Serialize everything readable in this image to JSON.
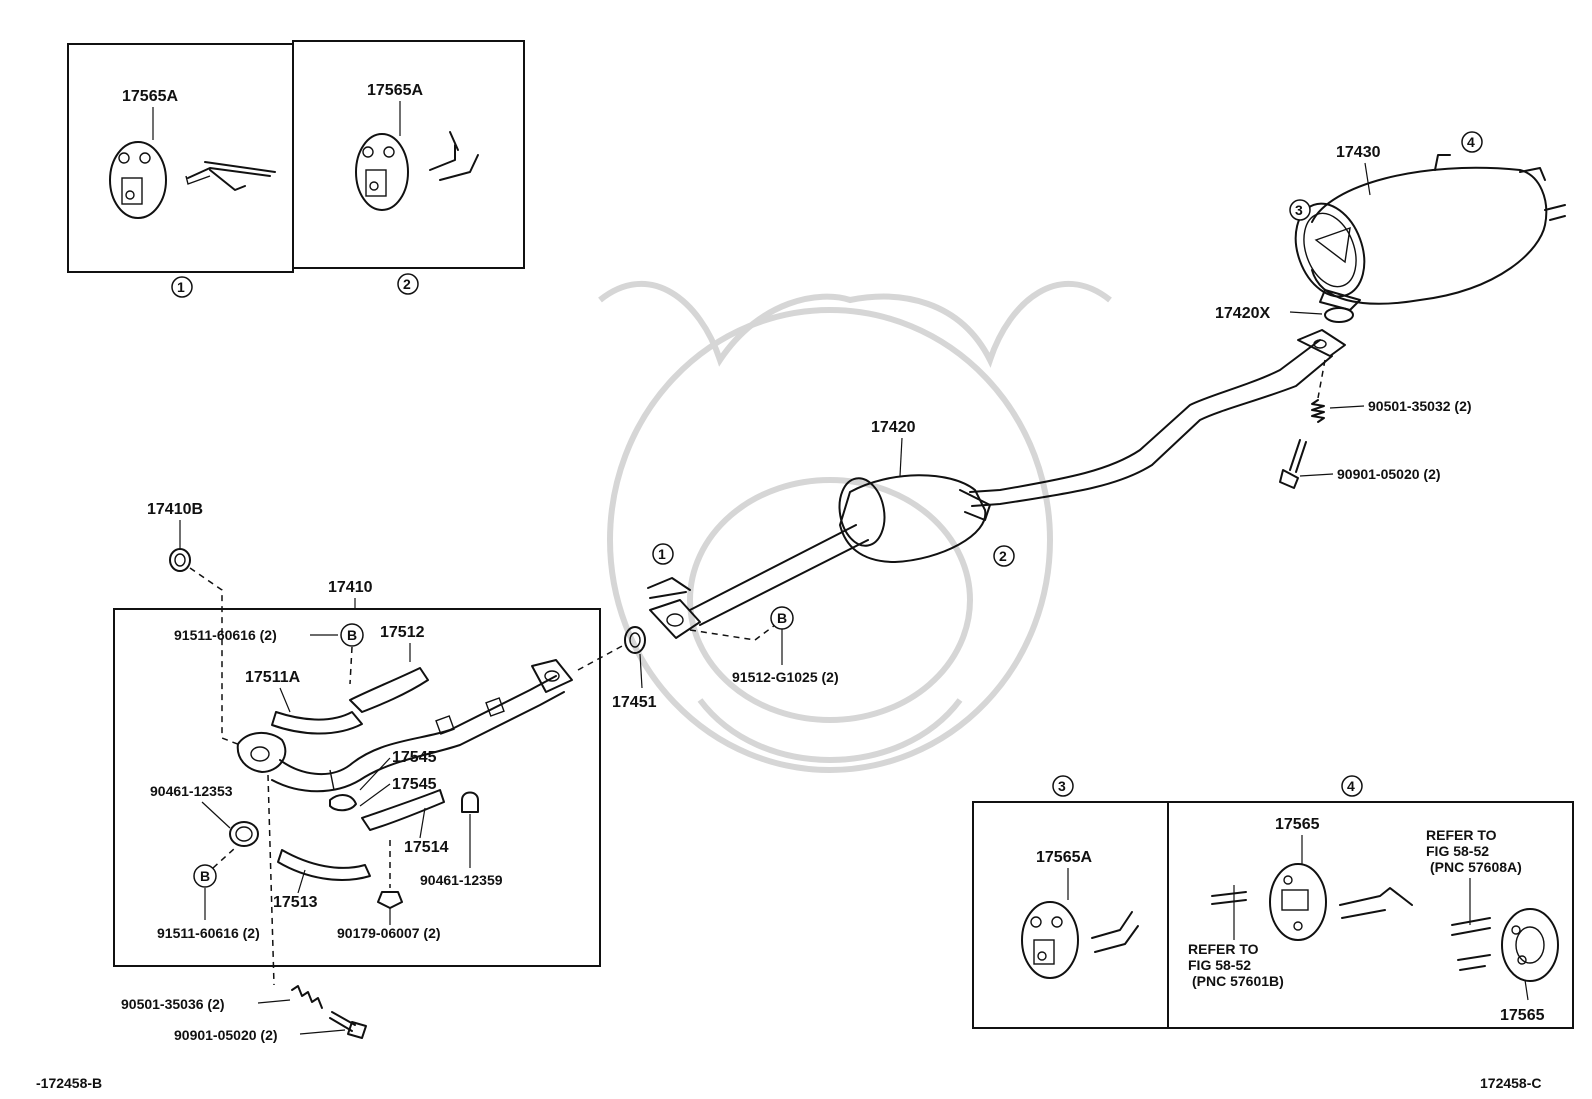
{
  "diagram": {
    "inset_top": {
      "panel1": {
        "part": "17565A",
        "marker": "1"
      },
      "panel2": {
        "part": "17565A",
        "marker": "2"
      }
    },
    "main": {
      "p17430": "17430",
      "p17420X": "17420X",
      "p90501_35032": "90501-35032 (2)",
      "p90901_05020_right": "90901-05020 (2)",
      "p17420": "17420",
      "marker1": "1",
      "marker2": "2",
      "marker3": "3",
      "marker4": "4",
      "markerB_main": "B",
      "p91512_G1025": "91512-G1025 (2)",
      "p17451": "17451",
      "p17410B": "17410B",
      "p17410": "17410"
    },
    "front_box": {
      "p91511_60616_top": "91511-60616 (2)",
      "markerB_top": "B",
      "p17512": "17512",
      "p17511A": "17511A",
      "p17545_a": "17545",
      "p17545_b": "17545",
      "p90461_12353": "90461-12353",
      "p17514": "17514",
      "p90461_12359": "90461-12359",
      "markerB_bottom": "B",
      "p17513": "17513",
      "p91511_60616_bottom": "91511-60616 (2)",
      "p90179_06007": "90179-06007 (2)"
    },
    "below_front": {
      "p90501_35036": "90501-35036 (2)",
      "p90901_05020_left": "90901-05020 (2)"
    },
    "inset_bottom": {
      "marker3": "3",
      "marker4": "4",
      "panel3_part": "17565A",
      "panel4_part_top": "17565",
      "panel4_part_bottom": "17565",
      "refer_left": [
        "REFER TO",
        "FIG 58-52",
        "(PNC 57601B)"
      ],
      "refer_right": [
        "REFER TO",
        "FIG 58-52",
        "(PNC 57608A)"
      ]
    },
    "figure_codes": {
      "left": "-172458-B",
      "right": "172458-C"
    }
  }
}
